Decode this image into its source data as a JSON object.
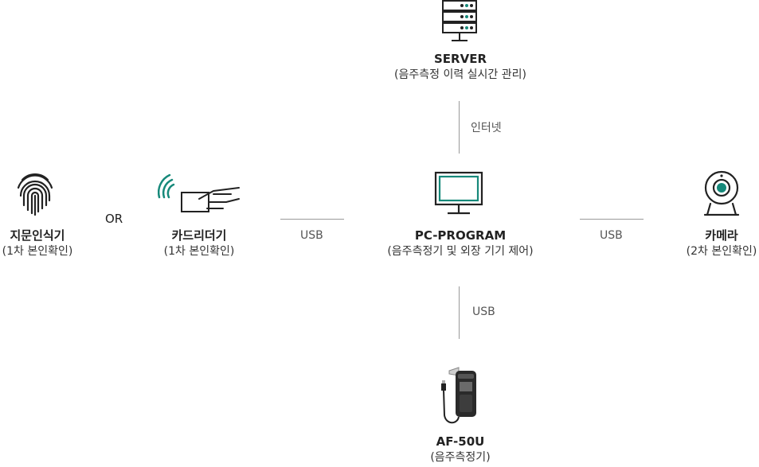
{
  "server": {
    "title": "SERVER",
    "sub": "(음주측정 이력 실시간 관리)",
    "icon": "server-rack-icon"
  },
  "pc": {
    "title": "PC-PROGRAM",
    "sub": "(음주측정기 및 외장 기기 제어)",
    "icon": "monitor-icon"
  },
  "fingerprint": {
    "title": "지문인식기",
    "sub": "(1차 본인확인)",
    "icon": "fingerprint-icon"
  },
  "card_reader": {
    "title": "카드리더기",
    "sub": "(1차 본인확인)",
    "icon": "card-reader-icon"
  },
  "camera": {
    "title": "카메라",
    "sub": "(2차 본인확인)",
    "icon": "webcam-icon"
  },
  "device": {
    "title": "AF-50U",
    "sub": "(음주측정기)",
    "icon": "breathalyzer-icon"
  },
  "or_label": "OR",
  "connections": {
    "server_pc": "인터넷",
    "card_pc": "USB",
    "pc_camera": "USB",
    "pc_device": "USB"
  },
  "colors": {
    "accent": "#16897a",
    "line": "#9a9a9a",
    "icon_stroke": "#222222"
  }
}
